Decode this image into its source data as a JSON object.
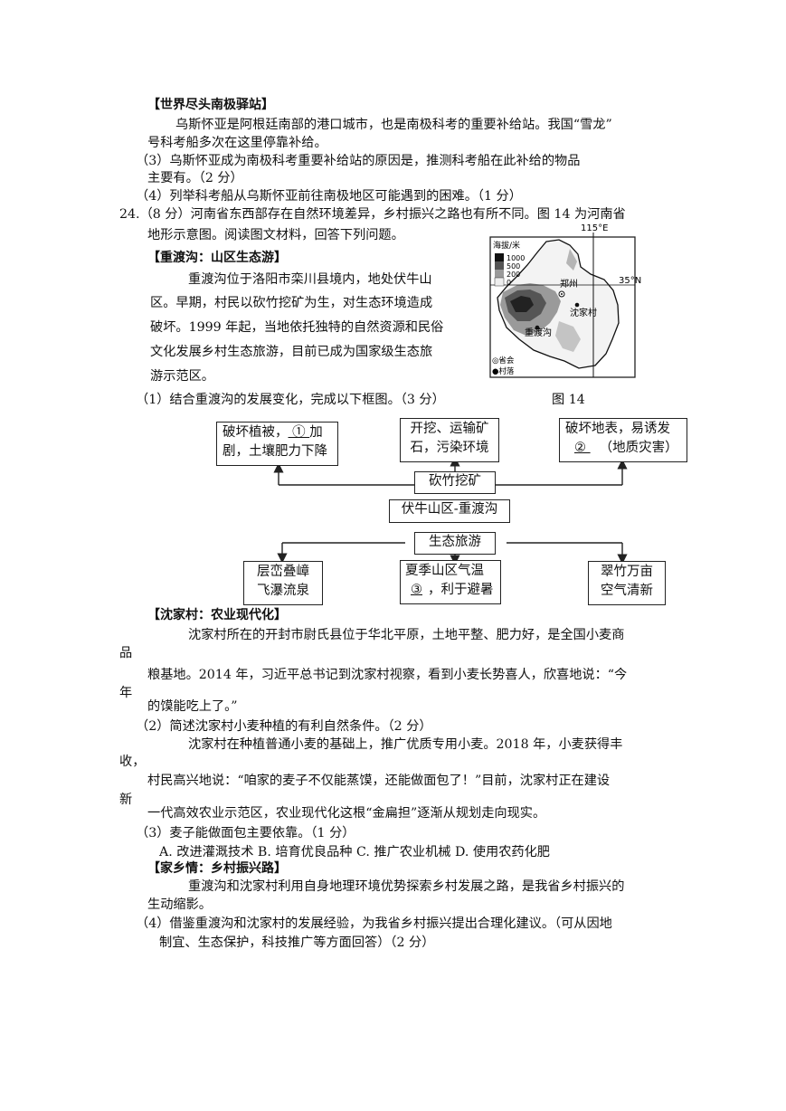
{
  "s1": {
    "header": "【世界尽头南极驿站】",
    "p1a": "乌斯怀亚是阿根廷南部的港口城市，也是南极科考的重要补给站。我国“雪龙”",
    "p1b": "号科考船多次在这里停靠补给。",
    "q3a": "（3）乌斯怀亚成为南极科考重要补给站的原因是，推测科考船在此补给的物品",
    "q3b": "主要有。（2 分）",
    "q4": "（4）列举科考船从乌斯怀亚前往南极地区可能遇到的困难。（1 分）"
  },
  "s2": {
    "q24a": "24.（8 分）河南省东西部存在自然环境差异，乡村振兴之路也有所不同。图 14 为河南省",
    "q24b": "地形示意图。阅读图文材料，回答下列问题。",
    "header": "【重渡沟：山区生态游】",
    "p1": "重渡沟位于洛阳市栾川县境内，地处伏牛山",
    "p2": "区。早期，村民以砍竹挖矿为生，对生态环境造成",
    "p3": "破坏。1999 年起，当地依托独特的自然资源和民俗",
    "p4": "文化发展乡村生态旅游，目前已成为国家级生态旅",
    "p5": "游示范区。",
    "q1": "（1）结合重渡沟的发展变化，完成以下框图。（3 分）"
  },
  "map": {
    "caption": "图 14",
    "lon_label": "115°E",
    "lat_label": "35°N",
    "legend_title": "海拔/米",
    "legend_levels": [
      "1000",
      "500",
      "200",
      "0"
    ],
    "legend_capital": "◎省会",
    "legend_village": "●村落",
    "city_zhengzhou": "郑州",
    "village_shenjia": "沈家村",
    "place_chongdu": "重渡沟"
  },
  "flow": {
    "b1_l1_pre": "破坏植被，",
    "b1_blank": " ① ",
    "b1_l1_post": "加",
    "b1_l2": "剧，土壤肥力下降",
    "b2_l1": "开挖、运输矿",
    "b2_l2": "石，污染环境",
    "b3_l1": "破坏地表，易诱发",
    "b3_blank": " ② ",
    "b3_l2_post": "（地质灾害）",
    "center_top": "砍竹挖矿",
    "center_mid": "伏牛山区-重渡沟",
    "center_bot": "生态旅游",
    "b4_l1": "层峦叠嶂",
    "b4_l2": "飞瀑流泉",
    "b5_l1": "夏季山区气温",
    "b5_blank": "③",
    "b5_l2_post": "，利于避暑",
    "b6_l1": "翠竹万亩",
    "b6_l2": "空气清新"
  },
  "s3": {
    "header": "【沈家村：农业现代化】",
    "p1a": "沈家村所在的开封市尉氏县位于华北平原，土地平整、肥力好，是全国小麦商",
    "p1b": "品",
    "p1c": "粮基地。2014 年，习近平总书记到沈家村视察，看到小麦长势喜人，欣喜地说：“今",
    "p1d": "年",
    "p1e": "的馍能吃上了。”",
    "q2": "（2）简述沈家村小麦种植的有利自然条件。（2 分）",
    "p2a": "沈家村在种植普通小麦的基础上，推广优质专用小麦。2018 年，小麦获得丰",
    "p2b": "收，",
    "p2c": "村民高兴地说：“咱家的麦子不仅能蒸馍，还能做面包了！”目前，沈家村正在建设",
    "p2d": "新",
    "p2e": "一代高效农业示范区，农业现代化这根“金扁担”逐渐从规划走向现实。",
    "q3": "（3）麦子能做面包主要依靠。（1 分）",
    "q3opts": "A. 改进灌溉技术 B. 培育优良品种 C. 推广农业机械 D. 使用农药化肥"
  },
  "s4": {
    "header": "【家乡情：乡村振兴路】",
    "p1a": "重渡沟和沈家村利用自身地理环境优势探索乡村发展之路，是我省乡村振兴的",
    "p1b": "生动缩影。",
    "q4a": "（4）借鉴重渡沟和沈家村的发展经验，为我省乡村振兴提出合理化建议。（可从因地",
    "q4b": "制宜、生态保护，科技推广等方面回答）（2 分）"
  }
}
